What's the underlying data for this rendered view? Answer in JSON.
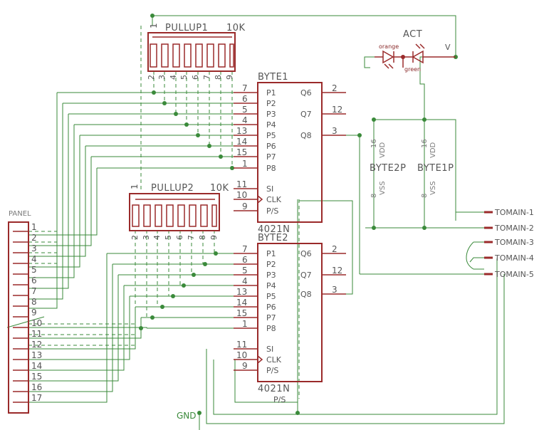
{
  "parts": {
    "pullup1": {
      "name": "PULLUP1",
      "value": "10K",
      "pin1": "1",
      "pins": [
        "2",
        "3",
        "4",
        "5",
        "6",
        "7",
        "8",
        "9"
      ]
    },
    "pullup2": {
      "name": "PULLUP2",
      "value": "10K",
      "pin1": "1",
      "pins": [
        "2",
        "3",
        "4",
        "5",
        "6",
        "7",
        "8",
        "9"
      ]
    },
    "byte1": {
      "name": "BYTE1",
      "type": "4021N",
      "left_pins": [
        {
          "num": "7",
          "label": "P1"
        },
        {
          "num": "6",
          "label": "P2"
        },
        {
          "num": "5",
          "label": "P3"
        },
        {
          "num": "4",
          "label": "P4"
        },
        {
          "num": "13",
          "label": "P5"
        },
        {
          "num": "14",
          "label": "P6"
        },
        {
          "num": "15",
          "label": "P7"
        },
        {
          "num": "1",
          "label": "P8"
        }
      ],
      "right_pins": [
        {
          "num": "2",
          "label": "Q6"
        },
        {
          "num": "12",
          "label": "Q7"
        },
        {
          "num": "3",
          "label": "Q8"
        }
      ],
      "ctrl_pins": [
        {
          "num": "11",
          "label": "SI"
        },
        {
          "num": "10",
          "label": "CLK"
        },
        {
          "num": "9",
          "label": "P/S"
        }
      ]
    },
    "byte2": {
      "name": "BYTE2",
      "type": "4021N",
      "left_pins": [
        {
          "num": "7",
          "label": "P1"
        },
        {
          "num": "6",
          "label": "P2"
        },
        {
          "num": "5",
          "label": "P3"
        },
        {
          "num": "4",
          "label": "P4"
        },
        {
          "num": "13",
          "label": "P5"
        },
        {
          "num": "14",
          "label": "P6"
        },
        {
          "num": "15",
          "label": "P7"
        },
        {
          "num": "1",
          "label": "P8"
        }
      ],
      "right_pins": [
        {
          "num": "2",
          "label": "Q6"
        },
        {
          "num": "12",
          "label": "Q7"
        },
        {
          "num": "3",
          "label": "Q8"
        }
      ],
      "ctrl_pins": [
        {
          "num": "11",
          "label": "SI"
        },
        {
          "num": "10",
          "label": "CLK"
        },
        {
          "num": "9",
          "label": "P/S"
        }
      ]
    },
    "panel": {
      "name": "PANEL",
      "pins": [
        "1",
        "2",
        "3",
        "4",
        "5",
        "6",
        "7",
        "8",
        "9",
        "10",
        "11",
        "12",
        "13",
        "14",
        "15",
        "16",
        "17"
      ]
    },
    "act": {
      "name": "ACT",
      "led_orange": "orange",
      "led_green": "green"
    },
    "byte2p": {
      "name": "BYTE2P",
      "vdd_num": "16",
      "vdd": "VDD",
      "vss_num": "8",
      "vss": "VSS"
    },
    "byte1p": {
      "name": "BYTE1P",
      "vdd_num": "16",
      "vdd": "VDD",
      "vss_num": "8",
      "vss": "VSS"
    },
    "tomain": [
      "TOMAIN-1",
      "TOMAIN-2",
      "TOMAIN-3",
      "TOMAIN-4",
      "TOMAIN-5"
    ]
  },
  "nets": {
    "gnd": "GND",
    "v": "V",
    "ps": "P/S"
  },
  "colors": {
    "wire": "#3a8a3a",
    "symbol": "#9a2a2a",
    "text": "#555555",
    "background": "#ffffff"
  }
}
